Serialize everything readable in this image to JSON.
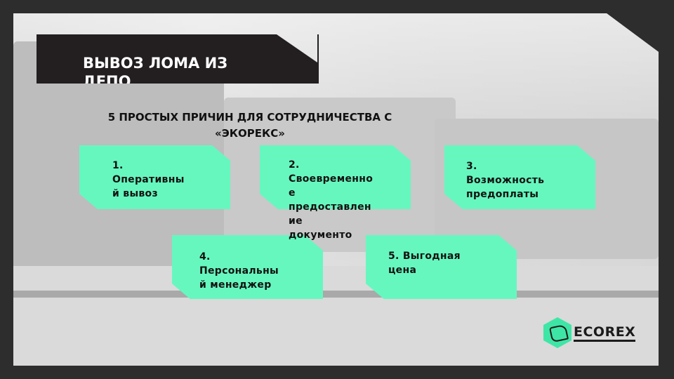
{
  "title": "ВЫВОЗ ЛОМА ИЗ ДЕПО",
  "subtitle_line1": "5 ПРОСТЫХ ПРИЧИН ДЛЯ СОТРУДНИЧЕСТВА С",
  "subtitle_line2": "«ЭКОРЕКС»",
  "cards": [
    {
      "lines": [
        "1.",
        "Оперативны",
        "й вывоз"
      ]
    },
    {
      "lines": [
        "2.",
        "Своевременно",
        "е",
        "предоставлен",
        "ие",
        "документо"
      ]
    },
    {
      "lines": [
        "3.",
        "Возможность",
        "предоплаты"
      ]
    },
    {
      "lines": [
        "4.",
        "Персональны",
        "й менеджер"
      ]
    },
    {
      "lines": [
        "5. Выгодная",
        "цена"
      ]
    }
  ],
  "logo": {
    "text": "ECOREX"
  },
  "colors": {
    "accent": "#66f7bf",
    "dark": "#231f20",
    "frame": "#2d2d2d"
  }
}
